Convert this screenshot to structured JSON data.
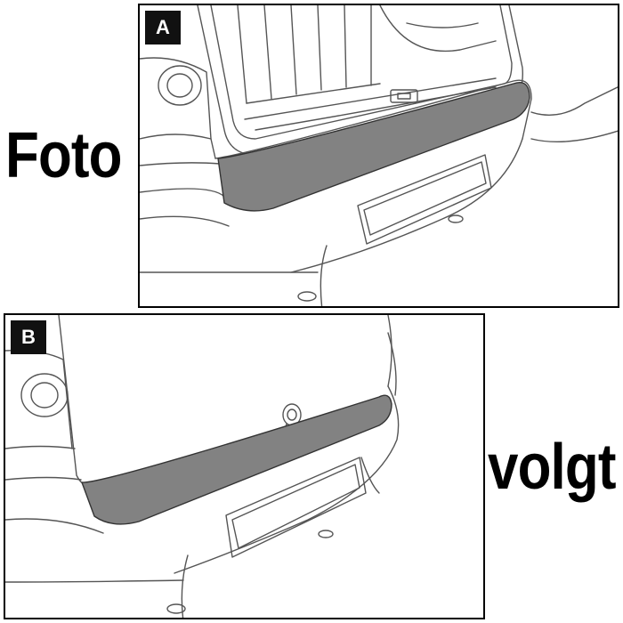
{
  "panels": [
    {
      "label": "A"
    },
    {
      "label": "B"
    }
  ],
  "caption": {
    "word1": "Foto",
    "word2": "volgt"
  },
  "colors": {
    "protector": "#828282",
    "line": "#555555",
    "badge_bg": "#111111"
  }
}
